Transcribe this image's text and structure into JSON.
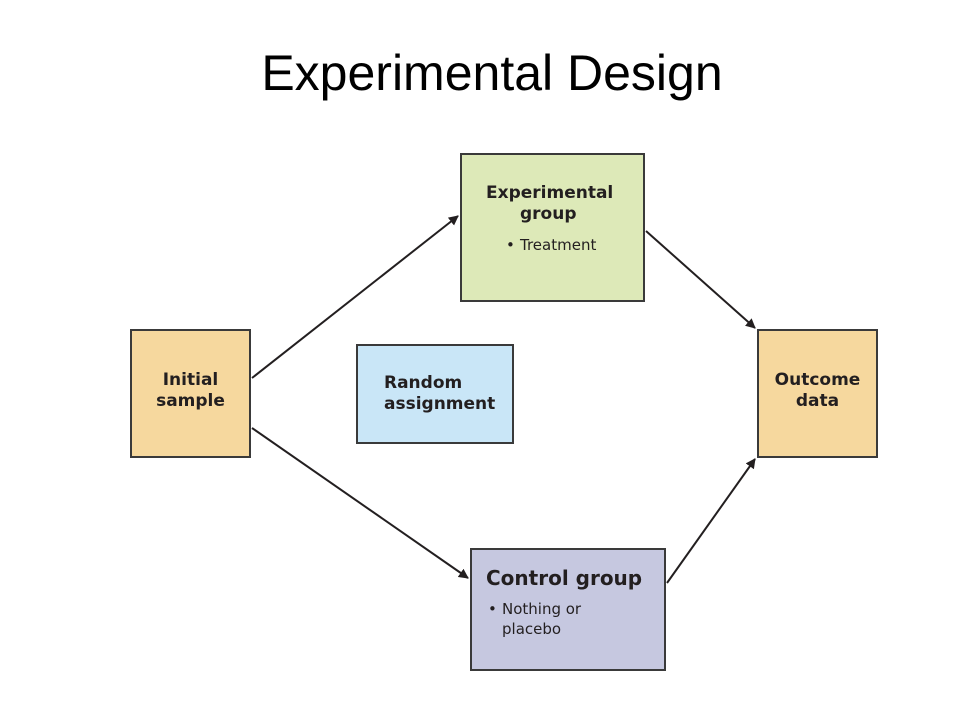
{
  "slide": {
    "title": "Experimental Design"
  },
  "diagram": {
    "initial_sample": {
      "line1": "Initial",
      "line2": "sample"
    },
    "random_assignment": {
      "line1": "Random",
      "line2": "assignment"
    },
    "experimental_group": {
      "line1": "Experimental",
      "line2": "group",
      "bullet_marker": "•",
      "bullet_text": "Treatment"
    },
    "control_group": {
      "title": "Control group",
      "bullet_marker": "•",
      "bullet_line1": "Nothing or",
      "bullet_line2": "placebo"
    },
    "outcome_data": {
      "line1": "Outcome",
      "line2": "data"
    }
  },
  "colors": {
    "initial_sample": "#f6d89e",
    "outcome_data": "#f6d89e",
    "experimental_group": "#dde9b8",
    "random_assignment": "#c9e6f7",
    "control_group": "#c6c8e0",
    "arrow": "#231f20"
  }
}
